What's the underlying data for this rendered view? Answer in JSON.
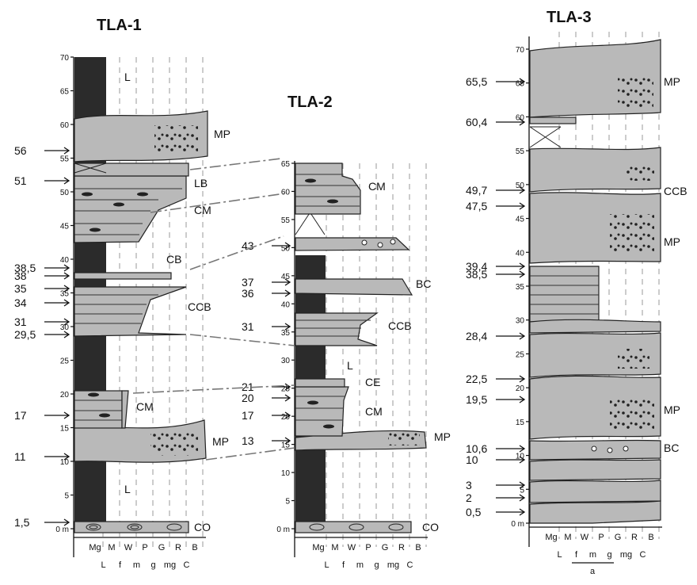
{
  "columns": {
    "tla1": {
      "title": "TLA-1",
      "ticks": [
        "0 m",
        "5",
        "10",
        "15",
        "20",
        "25",
        "30",
        "35",
        "40",
        "45",
        "50",
        "55",
        "60",
        "65",
        "70"
      ],
      "heights": [
        "1,5",
        "11",
        "17",
        "29,5",
        "31",
        "34",
        "35",
        "38",
        "38,5",
        "51",
        "56"
      ],
      "units": [
        "L",
        "MP",
        "LB",
        "CM",
        "CB",
        "CCB",
        "CM",
        "MP",
        "L",
        "CO"
      ]
    },
    "tla2": {
      "title": "TLA-2",
      "ticks": [
        "0 m",
        "5",
        "10",
        "15",
        "20",
        "25",
        "30",
        "35",
        "40",
        "45",
        "50",
        "55",
        "60",
        "65"
      ],
      "heights": [
        "13",
        "17",
        "20",
        "21",
        "31",
        "36",
        "37",
        "43"
      ],
      "units": [
        "CM",
        "BC",
        "CCB",
        "L",
        "CE",
        "CM",
        "MP",
        "CO"
      ]
    },
    "tla3": {
      "title": "TLA-3",
      "ticks": [
        "0 m",
        "5",
        "10",
        "15",
        "20",
        "25",
        "30",
        "35",
        "40",
        "45",
        "50",
        "55",
        "60",
        "65",
        "70"
      ],
      "heights": [
        "0,5",
        "2",
        "3",
        "10",
        "10,6",
        "19,5",
        "22,5",
        "28,4",
        "38,5",
        "39,4",
        "47,5",
        "49,7",
        "60,4",
        "65,5"
      ],
      "units": [
        "MP",
        "CCB",
        "MP",
        "MP",
        "BC"
      ]
    }
  },
  "scale": {
    "top": [
      "Mg",
      "M",
      "W",
      "P",
      "G",
      "R",
      "B"
    ],
    "bottom": [
      "L",
      "f",
      "m",
      "g",
      "mg",
      "C"
    ],
    "footnote": "a"
  },
  "colors": {
    "bed": "#b9b9b9",
    "dark": "#333333",
    "clast": "#222222"
  }
}
